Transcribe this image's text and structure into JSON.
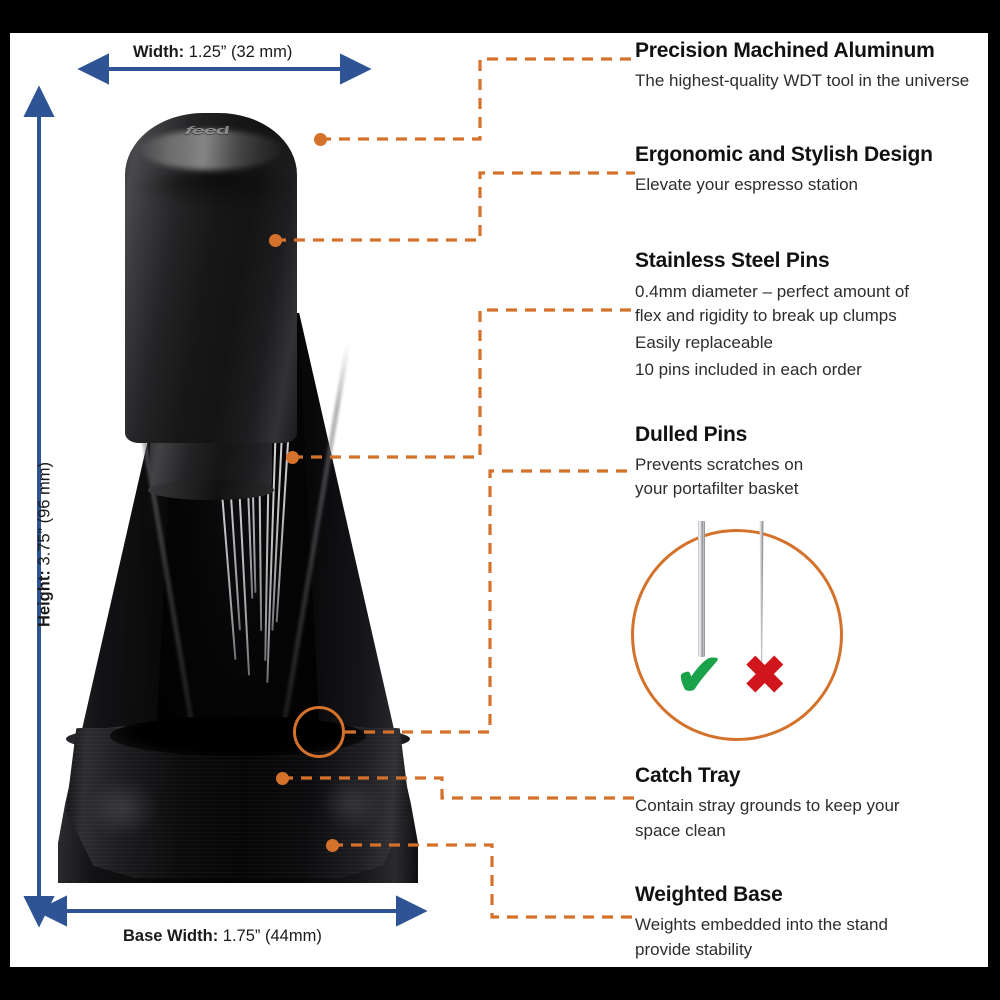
{
  "image": {
    "subject": "Espresso WDT distribution tool with stand",
    "background_color": "#ffffff",
    "letterbox_color": "#000000",
    "accent_orange": "#D4722C",
    "dimension_blue": "#2E5496",
    "check_green": "#1AA24A",
    "cross_red": "#D0161C"
  },
  "product": {
    "logo_text": "feed",
    "handle_name": "aluminum-handle",
    "pin_count_visible": 10
  },
  "dimensions": {
    "width": {
      "label_bold": "Width:",
      "label_rest": " 1.25” (32 mm)"
    },
    "height": {
      "label_bold": "Height:",
      "label_rest": " 3.75” (96 mm)"
    },
    "base_width": {
      "label_bold": "Base Width:",
      "label_rest": " 1.75” (44mm)"
    }
  },
  "callouts": [
    {
      "id": "precision-machined-aluminum",
      "title": "Precision Machined Aluminum",
      "lines": [
        "The highest-quality WDT tool in the universe"
      ]
    },
    {
      "id": "ergonomic-and-stylish-design",
      "title": "Ergonomic and Stylish Design",
      "lines": [
        "Elevate your espresso station"
      ]
    },
    {
      "id": "stainless-steel-pins",
      "title": "Stainless Steel Pins",
      "lines": [
        "0.4mm diameter – perfect amount of",
        "flex and rigidity to break up clumps",
        "Easily replaceable",
        "10 pins included in each order"
      ]
    },
    {
      "id": "dulled-pins",
      "title": "Dulled Pins",
      "lines": [
        "Prevents scratches on",
        "your portafilter basket"
      ]
    },
    {
      "id": "catch-tray",
      "title": "Catch Tray",
      "lines": [
        "Contain stray grounds to keep your",
        "space clean"
      ]
    },
    {
      "id": "weighted-base",
      "title": "Weighted Base",
      "lines": [
        "Weights embedded into the stand",
        "provide stability"
      ]
    }
  ],
  "inset": {
    "good_mark": "✔",
    "bad_mark": "✖",
    "good_meaning": "dulled-pin-tip",
    "bad_meaning": "sharp-pin-tip"
  }
}
